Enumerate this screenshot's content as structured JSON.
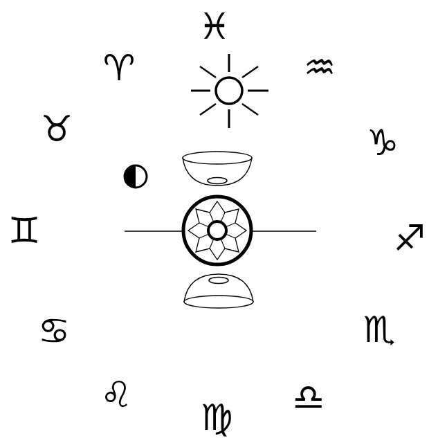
{
  "diagram": {
    "labels": [
      "♓",
      "♒",
      "♑",
      "♐",
      "♏",
      "♎",
      "♍",
      "♌",
      "♋",
      "♊",
      "♉",
      "♈"
    ]
  }
}
